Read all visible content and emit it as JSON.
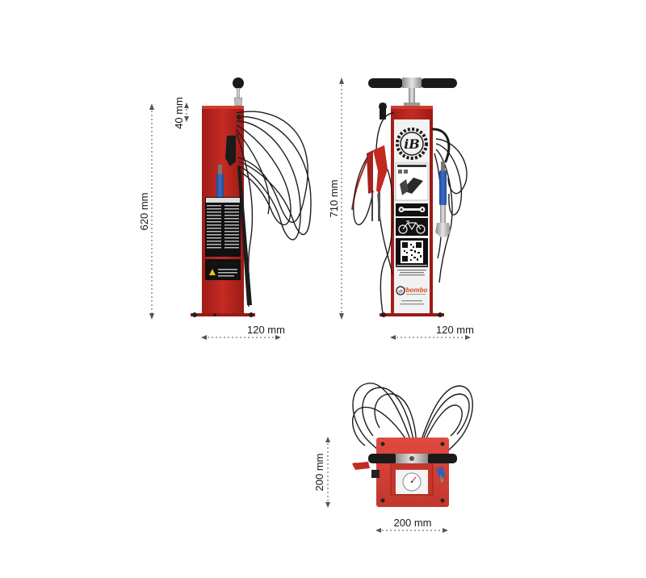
{
  "dimensions": {
    "side_height": "620 mm",
    "side_top_offset": "40 mm",
    "side_width": "120 mm",
    "front_height": "710 mm",
    "front_width": "120 mm",
    "top_depth": "200 mm",
    "top_width": "200 mm"
  },
  "labels": {
    "brand_text": "ibombo",
    "warning_title": "VEKROLUITTENTION"
  },
  "colors": {
    "body": "#b8251f",
    "hose": "#1d1d1d",
    "tool_handle": "#2b5aa8",
    "panel": "#f2f2f2"
  }
}
